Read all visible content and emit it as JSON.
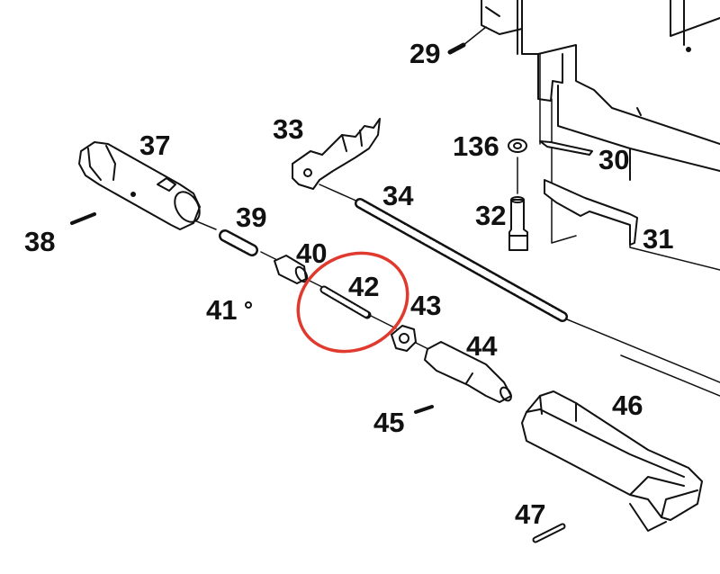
{
  "labels": {
    "p29": "29",
    "p33": "33",
    "p37": "37",
    "p136": "136",
    "p30": "30",
    "p34": "34",
    "p32": "32",
    "p39": "39",
    "p38": "38",
    "p31": "31",
    "p40": "40",
    "p42": "42",
    "p41": "41",
    "p43": "43",
    "p44": "44",
    "p45": "45",
    "p46": "46",
    "p47": "47"
  },
  "highlight": {
    "part": "42",
    "color": "#e03a2f"
  },
  "colors": {
    "ink": "#111111",
    "fill": "#ffffff",
    "shade": "#cfcfcf"
  }
}
